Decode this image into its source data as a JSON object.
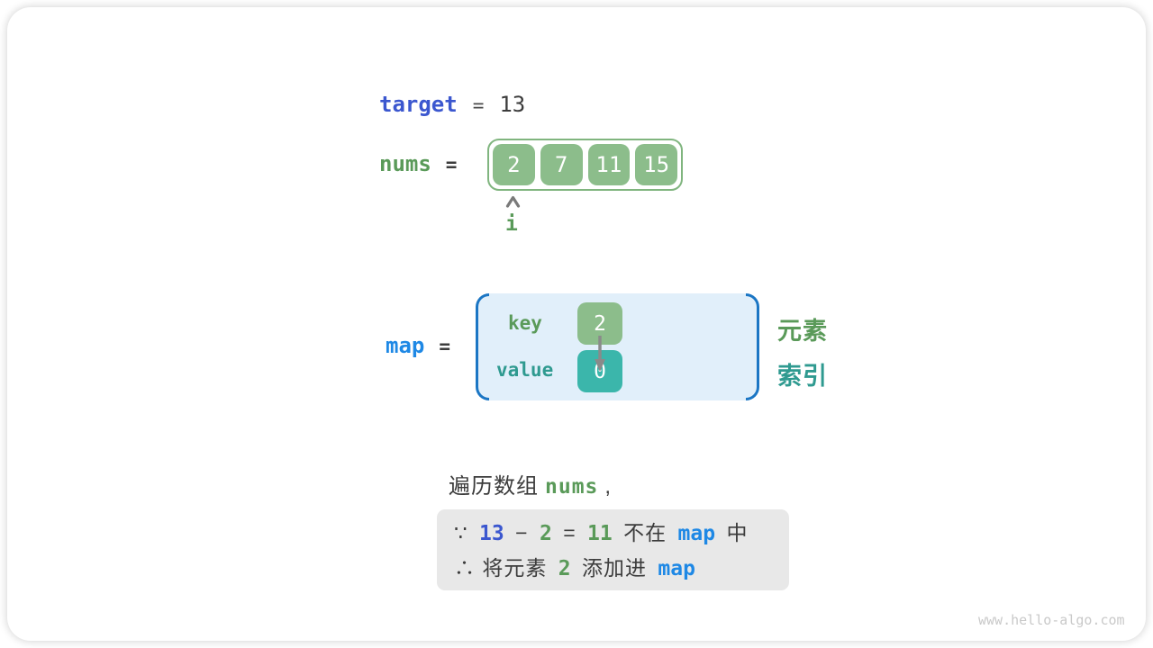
{
  "colors": {
    "royal_blue": "#3b57cf",
    "azure_blue": "#1e88e5",
    "green": "#5a9a59",
    "teal": "#2f9a90",
    "cell_green": "#8cbd8b",
    "cell_teal": "#3bb6ab",
    "map_box_fill": "#e1effa",
    "map_bracket": "#1b76c4",
    "reason_box_fill": "#e8e8e8"
  },
  "target": {
    "label": "target",
    "equals": "=",
    "value": "13"
  },
  "nums": {
    "label": "nums",
    "equals": "=",
    "cells": [
      "2",
      "7",
      "11",
      "15"
    ],
    "pointer_label": "i"
  },
  "map": {
    "label": "map",
    "equals": "=",
    "key_label": "key",
    "value_label": "value",
    "key_cell": "2",
    "value_cell": "0",
    "annotation_top": "元素",
    "annotation_bottom": "索引"
  },
  "caption": {
    "prefix": "遍历数组",
    "code": "nums",
    "suffix": ","
  },
  "reason": {
    "line1": [
      "∵",
      "13",
      "−",
      "2",
      "=",
      "11",
      "不在",
      "map",
      "中"
    ],
    "line2": [
      "∴ 将元素",
      "2",
      "添加进",
      "map"
    ]
  },
  "watermark": "www.hello-algo.com"
}
